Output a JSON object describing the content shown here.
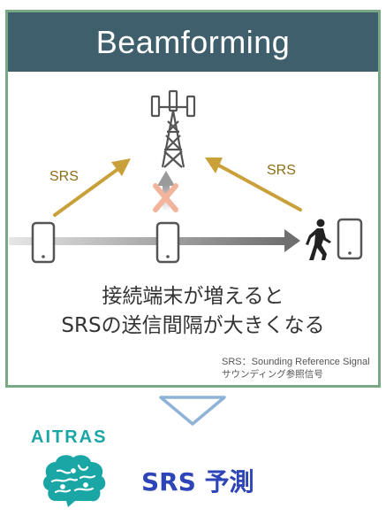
{
  "title": "Beamforming",
  "diagram": {
    "left_arrow_label": "SRS",
    "right_arrow_label": "SRS",
    "caption_line1": "接続端末が増えると",
    "caption_line2": "SRSの送信間隔が大きくなる",
    "footnote_line1": "SRS：Sounding Reference Signal",
    "footnote_line2": "サウンディング参照信号"
  },
  "brand": "AITRAS",
  "result_label": "SRS 予測",
  "colors": {
    "title_bar": "#3f5f6d",
    "card_border": "#79a884",
    "srs_arrow": "#c9a03a",
    "blocked_x": "#f3b49c",
    "down_triangle": "#8fb3d6",
    "brand": "#1aa6a4",
    "result": "#2e45b8"
  },
  "icons": [
    "cell-tower-icon",
    "smartphone-icon",
    "walking-person-icon",
    "brain-icon"
  ]
}
